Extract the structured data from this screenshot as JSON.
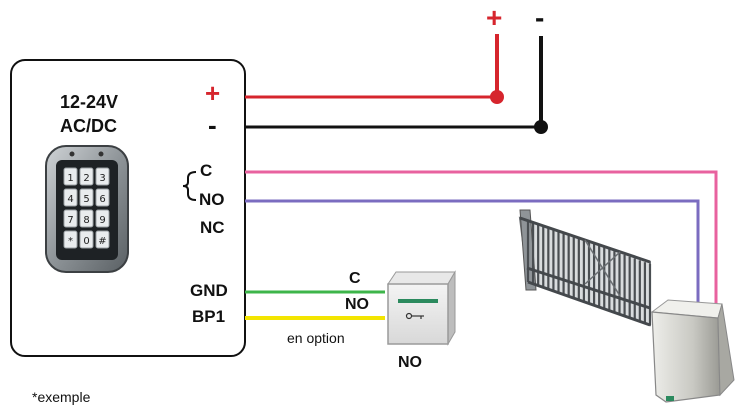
{
  "controller": {
    "voltage": "12-24V",
    "current_type": "AC/DC",
    "plus": "+",
    "minus": "-",
    "c": "C",
    "no": "NO",
    "nc": "NC",
    "gnd": "GND",
    "bp1": "BP1",
    "brace": "{"
  },
  "power": {
    "plus": "+",
    "minus": "-"
  },
  "button": {
    "c": "C",
    "no": "NO",
    "bottom_label": "NO",
    "option_note": "en option"
  },
  "keypad_keys": [
    "1",
    "2",
    "3",
    "4",
    "5",
    "6",
    "7",
    "8",
    "9",
    "*",
    "0",
    "#"
  ],
  "footnote": "*exemple",
  "colors": {
    "red": "#d6252d",
    "black": "#111111",
    "pink": "#e8629f",
    "purple": "#7b6cc0",
    "green": "#3db54a",
    "yellow": "#f3e500"
  }
}
